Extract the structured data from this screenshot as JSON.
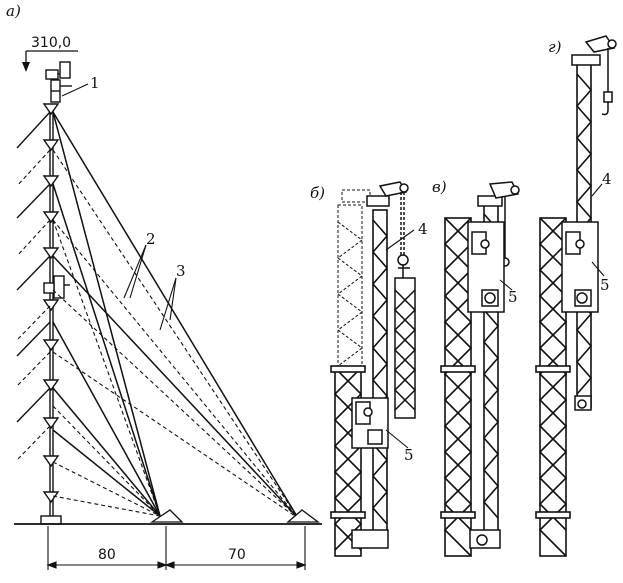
{
  "panels": {
    "a": "а)",
    "b": "б)",
    "v": "в)",
    "g": "г)"
  },
  "top_load": "310,0",
  "callouts": {
    "one": "1",
    "two": "2",
    "three": "3",
    "four_b": "4",
    "four_g": "4",
    "five_b": "5",
    "five_v": "5",
    "five_g": "5"
  },
  "dimensions": {
    "left": "80",
    "right": "70"
  }
}
